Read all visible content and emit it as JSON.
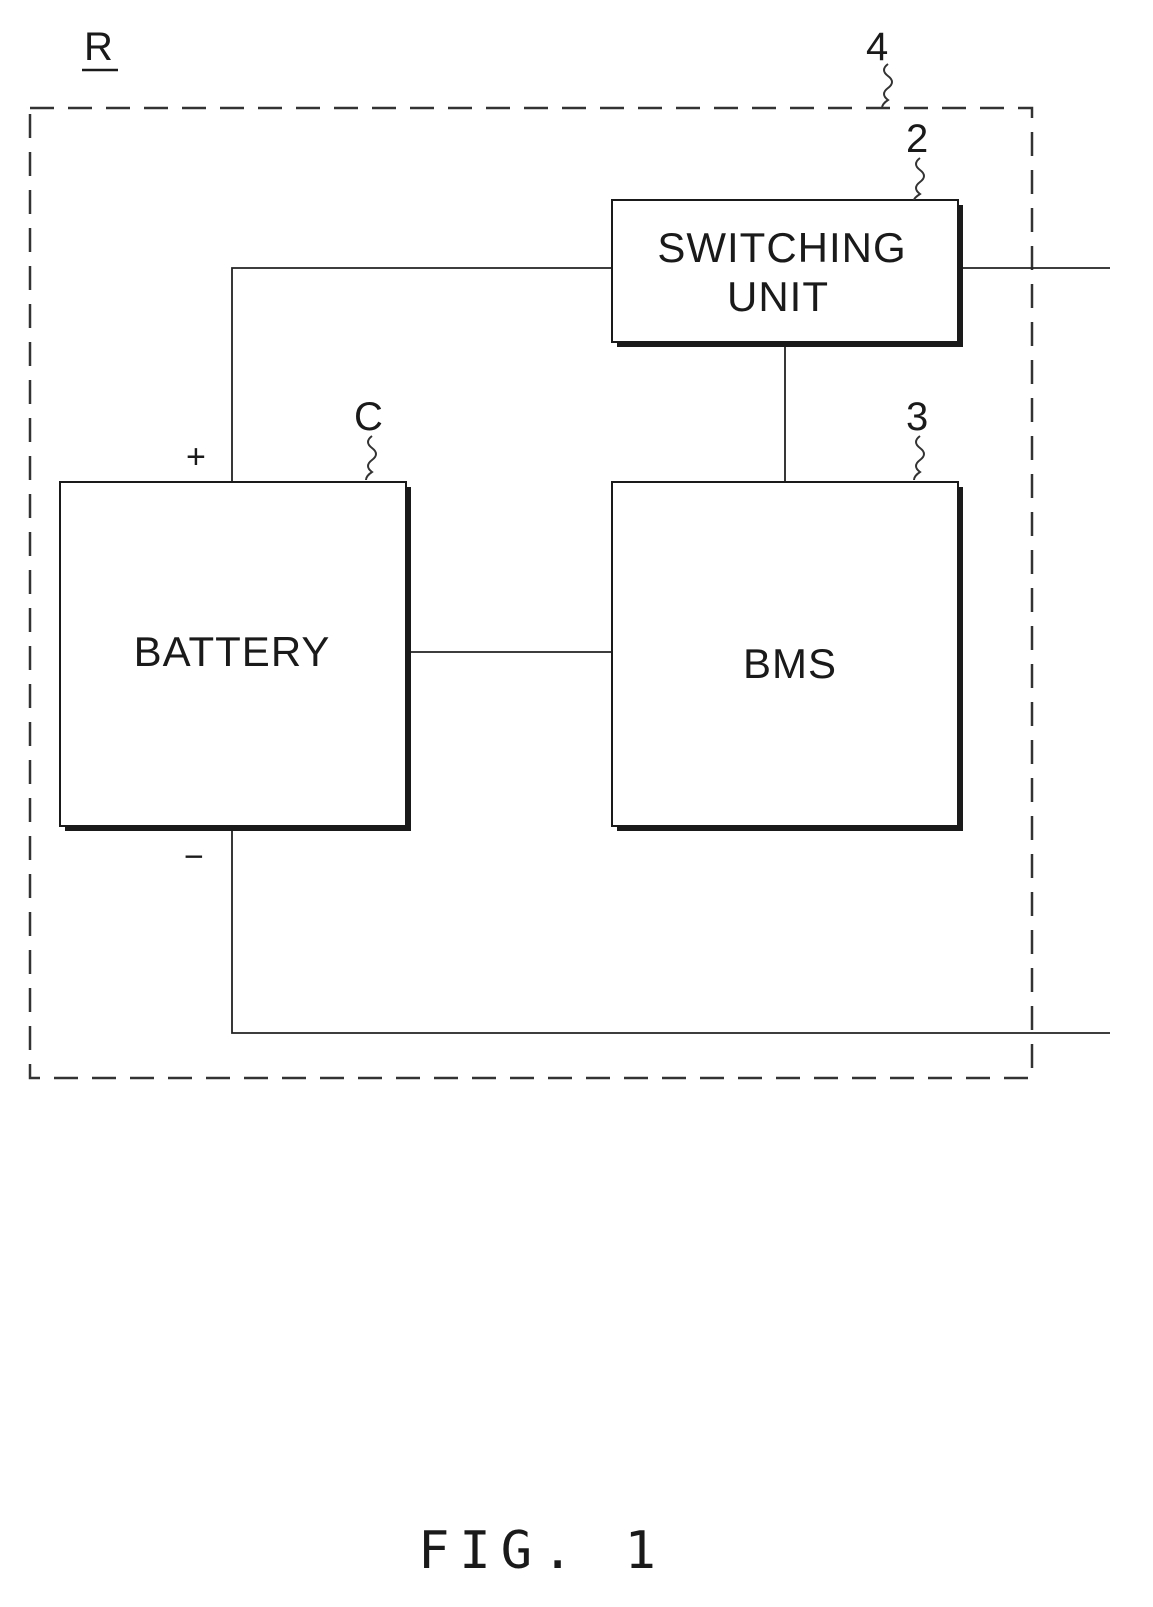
{
  "diagram": {
    "figure_label": "FIG. 1",
    "system_ref": "R",
    "enclosure_ref": "4",
    "switching_unit": {
      "line1": "SWITCHING",
      "line2": "UNIT",
      "ref": "2"
    },
    "battery": {
      "label": "BATTERY",
      "ref": "C",
      "positive": "+",
      "negative": "−"
    },
    "bms": {
      "label": "BMS",
      "ref": "3"
    }
  }
}
